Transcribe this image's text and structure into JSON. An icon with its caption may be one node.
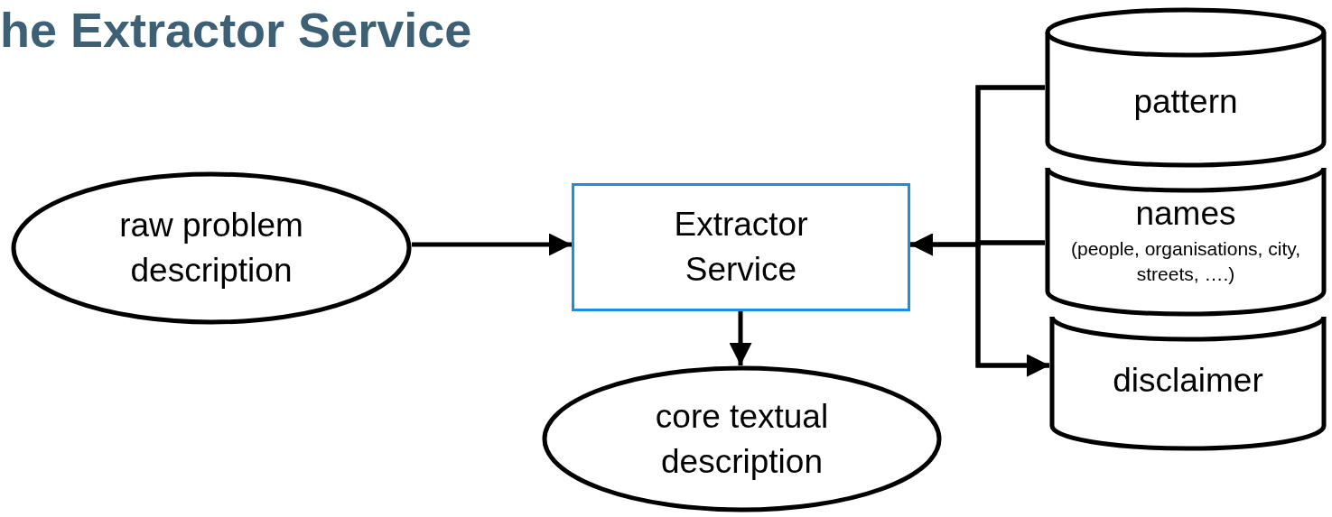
{
  "diagram": {
    "title": "he Extractor Service",
    "nodes": [
      {
        "text": [
          "raw problem description"
        ]
      },
      {
        "text": [
          "Extractor Service"
        ]
      },
      {
        "text": [
          "core textual description"
        ]
      },
      {
        "text": [
          "pattern"
        ]
      },
      {
        "text": [
          "names",
          "(people, organisations, city, streets, ….)"
        ]
      },
      {
        "text": [
          "disclaimer"
        ]
      }
    ],
    "edges": [
      {
        "from": 0,
        "to": 1,
        "arrow": "to"
      },
      {
        "from": 1,
        "to": 2,
        "arrow": "to"
      },
      {
        "from": 3,
        "to": 1,
        "arrow": "to"
      },
      {
        "from": 4,
        "to": 1,
        "arrow": "to"
      },
      {
        "from": 3,
        "to": 5,
        "arrow": "to"
      },
      {
        "from": 4,
        "to": 5,
        "arrow": "to"
      }
    ]
  }
}
